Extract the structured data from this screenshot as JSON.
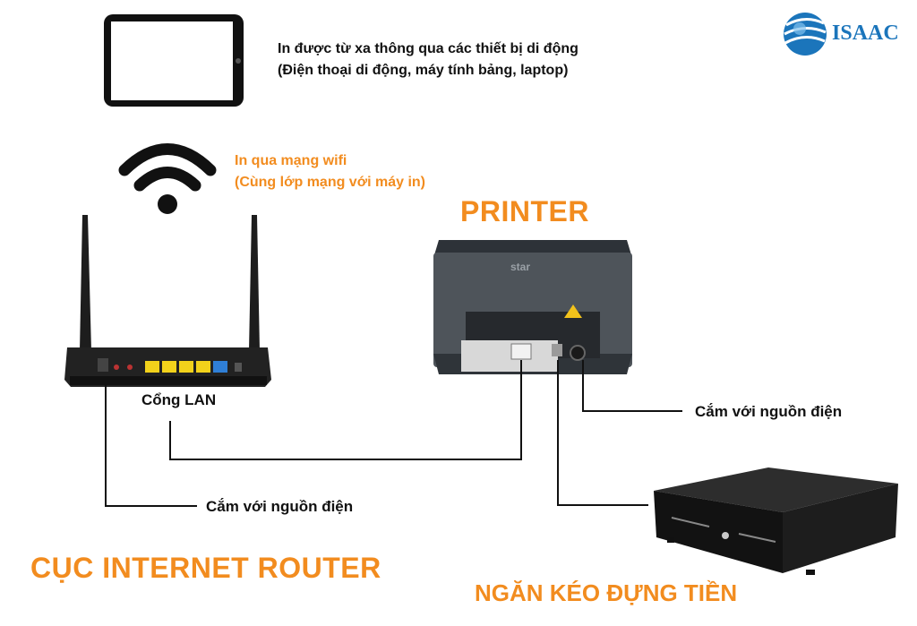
{
  "colors": {
    "accent": "#f28c1f",
    "text": "#111111",
    "brand": "#1b75bb",
    "port_yellow": "#f2d21b",
    "port_blue": "#2f7fd6"
  },
  "logo": {
    "text": "ISAAC"
  },
  "mobile": {
    "line1": "In được từ xa thông qua các thiết bị di động",
    "line2": "(Điện thoại di động, máy tính bảng, laptop)"
  },
  "wifi": {
    "line1": "In qua mạng wifi",
    "line2": "(Cùng lớp mạng với máy in)"
  },
  "printer": {
    "title": "PRINTER",
    "brand": "star"
  },
  "router": {
    "lan_label": "Cổng LAN",
    "power_label": "Cắm với nguồn điện",
    "title": "CỤC INTERNET ROUTER"
  },
  "printer_power": {
    "label": "Cắm với nguồn điện"
  },
  "drawer": {
    "title": "NGĂN KÉO ĐỰNG TIỀN"
  },
  "icons": [
    "tablet-icon",
    "wifi-icon",
    "router-icon",
    "printer-icon",
    "cash-drawer-icon",
    "isaac-logo-icon"
  ]
}
